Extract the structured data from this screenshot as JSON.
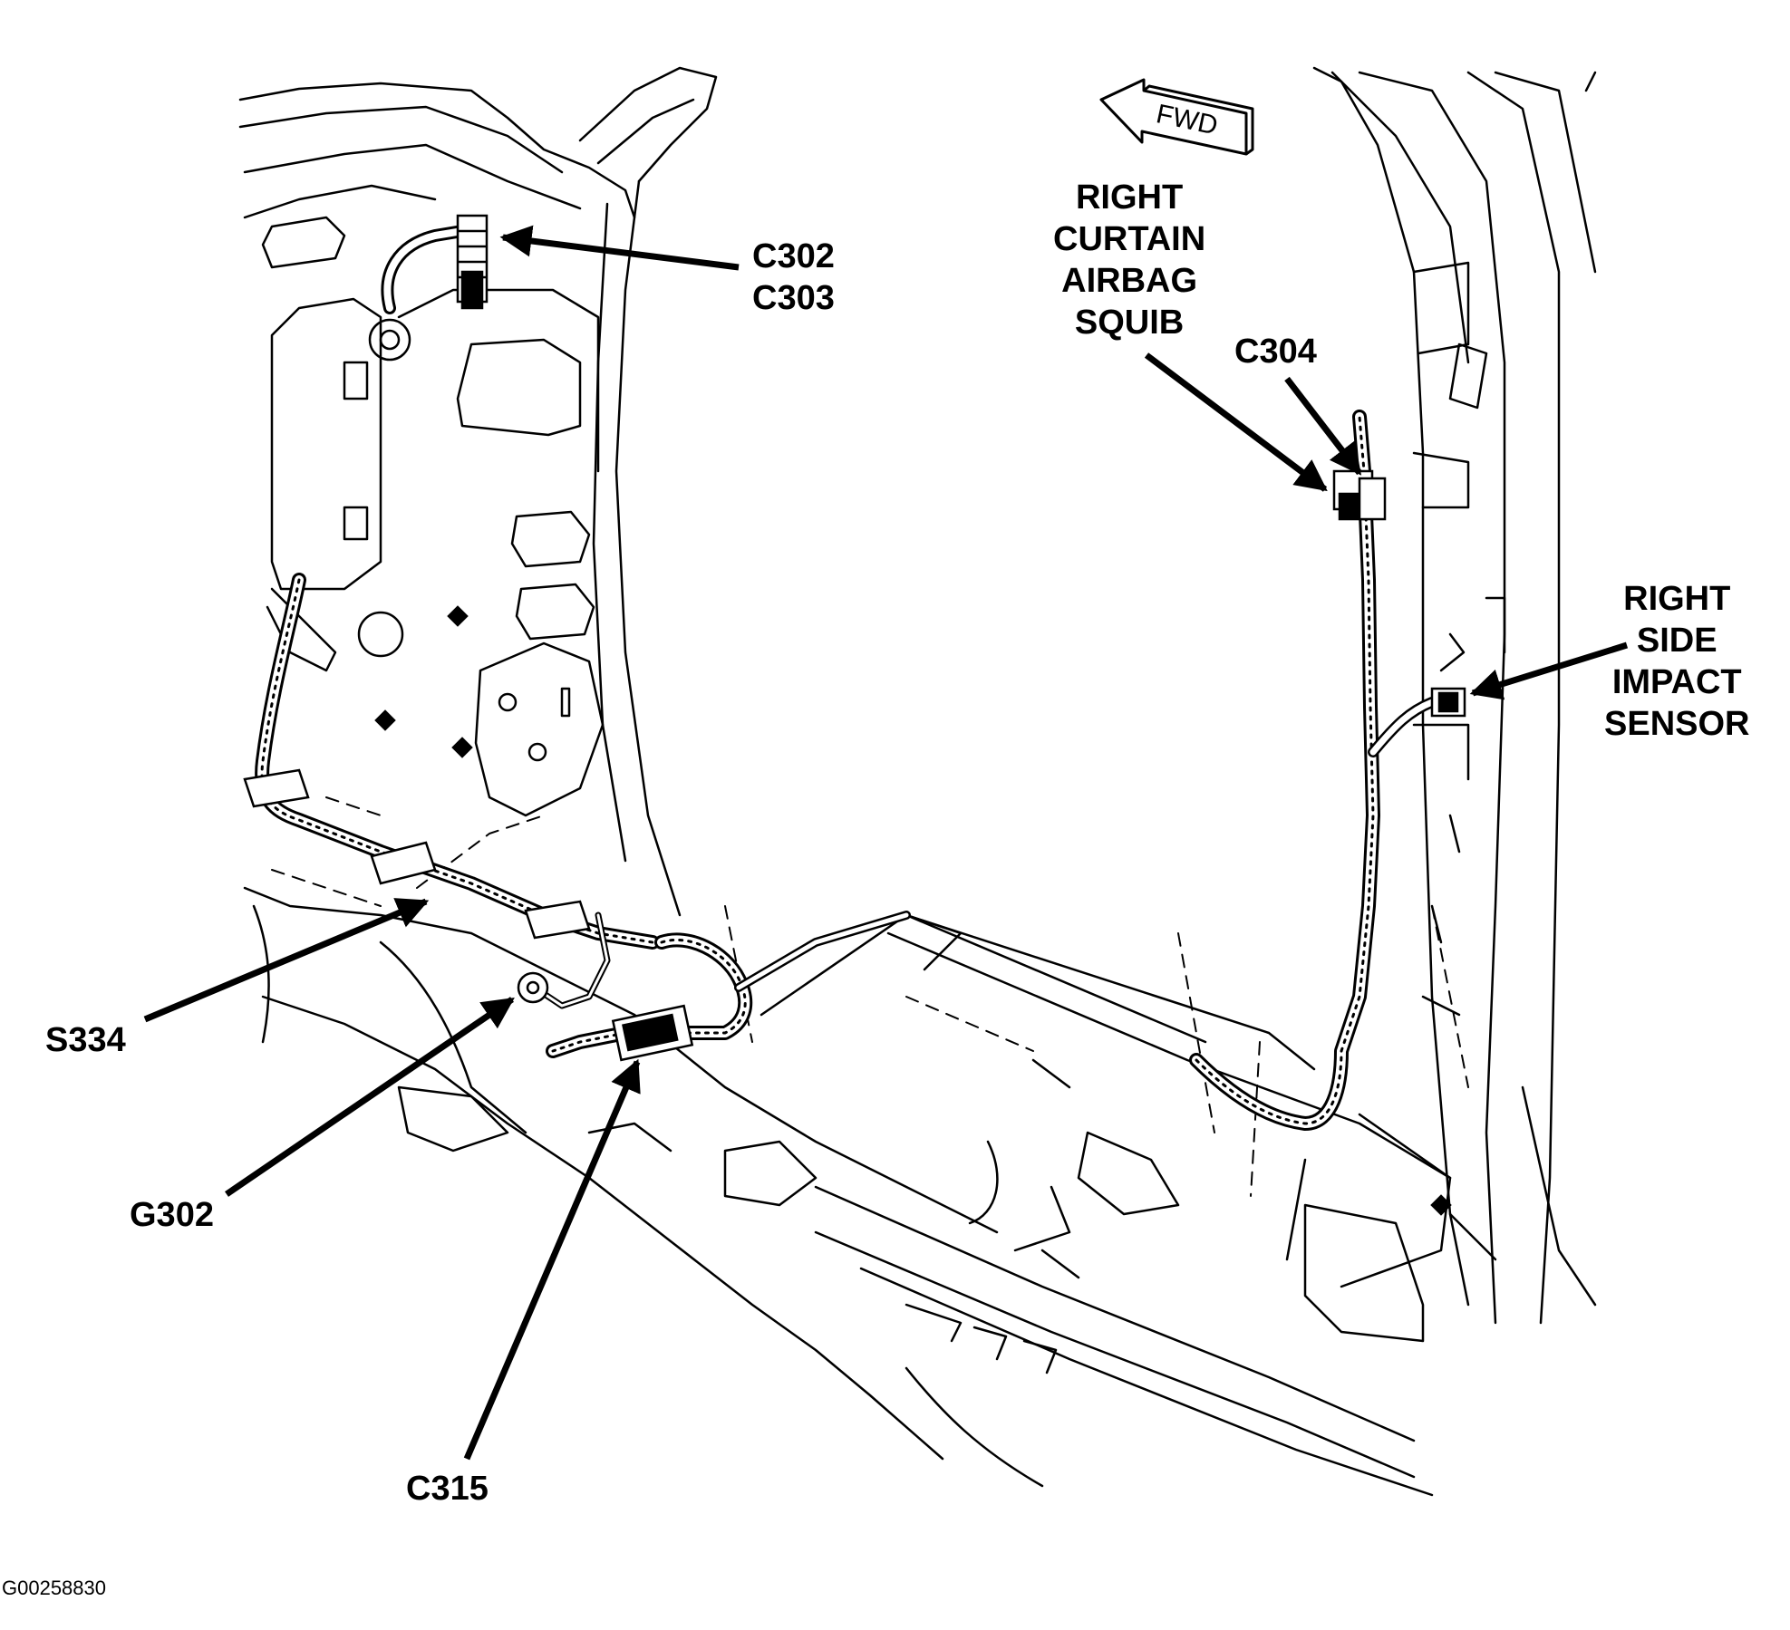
{
  "figure_id": "G00258830",
  "fwd_indicator": "FWD",
  "callouts": {
    "c302": "C302",
    "c303": "C303",
    "right_curtain_airbag_squib": [
      "RIGHT",
      "CURTAIN",
      "AIRBAG",
      "SQUIB"
    ],
    "c304": "C304",
    "right_side_impact_sensor": [
      "RIGHT",
      "SIDE",
      "IMPACT",
      "SENSOR"
    ],
    "s334": "S334",
    "g302": "G302",
    "c315": "C315"
  },
  "colors": {
    "ink": "#000000",
    "background": "#ffffff"
  }
}
